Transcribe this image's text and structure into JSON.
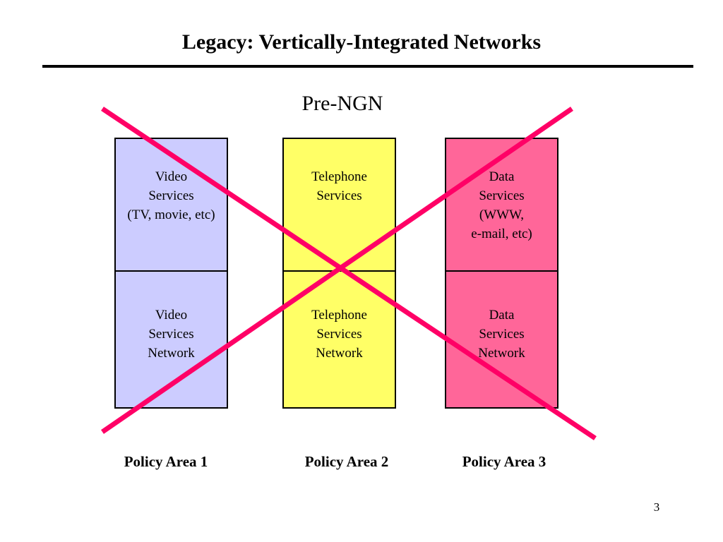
{
  "slide": {
    "title": "Legacy: Vertically-Integrated Networks",
    "subtitle": "Pre-NGN",
    "page_number": "3"
  },
  "columns": [
    {
      "service_lines": [
        "Video",
        "Services",
        "(TV, movie, etc)"
      ],
      "network_lines": [
        "Video",
        "Services",
        "Network"
      ],
      "color": "#ccccff",
      "policy_label": "Policy Area 1"
    },
    {
      "service_lines": [
        "Telephone",
        "Services"
      ],
      "network_lines": [
        "Telephone",
        "Services",
        "Network"
      ],
      "color": "#ffff66",
      "policy_label": "Policy Area 2"
    },
    {
      "service_lines": [
        "Data",
        "Services",
        "(WWW,",
        "e-mail, etc)"
      ],
      "network_lines": [
        "Data",
        "Services",
        "Network"
      ],
      "color": "#ff6699",
      "policy_label": "Policy Area 3"
    }
  ],
  "cross_color": "#ff0066",
  "border_color": "#000000"
}
